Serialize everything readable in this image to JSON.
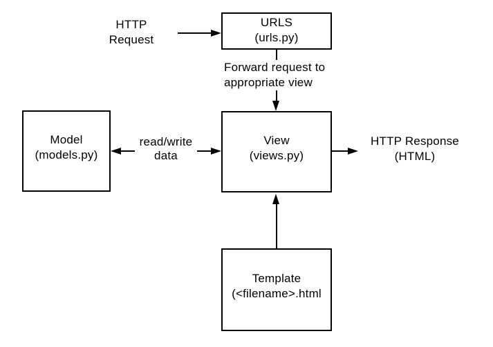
{
  "nodes": {
    "urls": {
      "line1": "URLS",
      "line2": "(urls.py)"
    },
    "model": {
      "line1": "Model",
      "line2": "(models.py)"
    },
    "view": {
      "line1": "View",
      "line2": "(views.py)"
    },
    "template": {
      "line1": "Template",
      "line2": "(<filename>.html"
    }
  },
  "labels": {
    "http_request": {
      "line1": "HTTP",
      "line2": "Request"
    },
    "forward": {
      "line1": "Forward request to",
      "line2": "appropriate view"
    },
    "read_write": {
      "line1": "read/write",
      "line2": "data"
    },
    "http_response": {
      "line1": "HTTP Response",
      "line2": "(HTML)"
    }
  },
  "edges": [
    {
      "from": "HTTP Request",
      "to": "URLS (urls.py)",
      "type": "arrow",
      "label": ""
    },
    {
      "from": "URLS (urls.py)",
      "to": "View (views.py)",
      "type": "arrow",
      "label": "Forward request to appropriate view"
    },
    {
      "from": "Model (models.py)",
      "to": "View (views.py)",
      "type": "double-arrow",
      "label": "read/write data"
    },
    {
      "from": "View (views.py)",
      "to": "HTTP Response (HTML)",
      "type": "arrow",
      "label": ""
    },
    {
      "from": "Template (<filename>.html",
      "to": "View (views.py)",
      "type": "arrow",
      "label": ""
    }
  ],
  "colors": {
    "stroke": "#000000",
    "background": "#ffffff",
    "text": "#000000"
  }
}
